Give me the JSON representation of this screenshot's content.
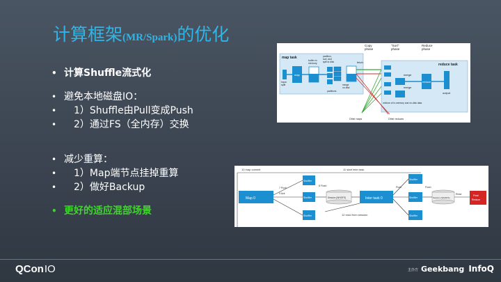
{
  "slide": {
    "title_main": "计算框架",
    "title_small": "(MR/Spark)",
    "title_end": "的优化"
  },
  "bullets": [
    "计算Shuffle流式化",
    "避免本地磁盘IO：",
    "1）Shuffle由Pull变成Push",
    "2）通过FS（全内存）交换",
    "减少重算：",
    "1）Map端节点挂掉重算",
    "2）做好Backup",
    "更好的适应混部场景"
  ],
  "figure1": {
    "copy_phase": "Copy\nphase",
    "sort_phase": "\"Sort\"\nphase",
    "reduce_phase": "Reduce\nphase",
    "map_task": "map task",
    "map": "map",
    "input_split": "input split",
    "buffer": "buffer in memory",
    "partition": "partition, sort, and spill to disk",
    "merge_disk": "merge on disk",
    "partitions": "partitions",
    "fetch": "fetch",
    "reduce_task": "reduce task",
    "merge": "merge",
    "reduce": "reduce",
    "output": "output",
    "mixture": "mixture of in-memory and on-disk data",
    "other_maps": "Other maps",
    "other_reduces": "Other reduces"
  },
  "figure2": {
    "map0": "Map 0",
    "shuffler": "Shuffler",
    "inter_task": "Inter task 0",
    "final_reduce": "Final Reduce",
    "session": "Session (WHDFS)",
    "map_commit": "10 map commit",
    "start_inter": "11 start inter task",
    "push": "7 Push",
    "ack": "9 Ack",
    "flush": "8 Flush",
    "push2": "Push",
    "flush2": "Flush",
    "read": "Read",
    "read_session": "12 read from session"
  },
  "footer": {
    "qcon": "QCon",
    "io": "IO",
    "org": "主办方",
    "geekbang": "Geekbang",
    "infoq": "InfoQ"
  }
}
